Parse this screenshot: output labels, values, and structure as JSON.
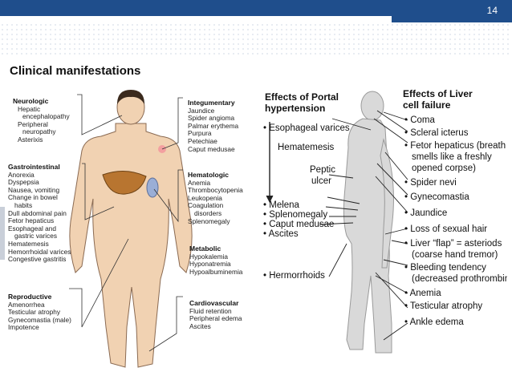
{
  "slide": {
    "number": "14",
    "title": "Clinical manifestations"
  },
  "left_figure": {
    "groups": [
      {
        "heading": "Neurologic",
        "items": [
          "Hepatic",
          "encephalopathy",
          "Peripheral",
          "neuropathy",
          "Asterixis"
        ]
      },
      {
        "heading": "Gastrointestinal",
        "items": [
          "Anorexia",
          "Dyspepsia",
          "Nausea, vomiting",
          "Change in bowel",
          "habits",
          "Dull abdominal pain",
          "Fetor hepaticus",
          "Esophageal and",
          "gastric varices",
          "Hematemesis",
          "Hemorrhoidal varices",
          "Congestive gastritis"
        ]
      },
      {
        "heading": "Reproductive",
        "items": [
          "Amenorrhea",
          "Testicular atrophy",
          "Gynecomastia (male)",
          "Impotence"
        ]
      },
      {
        "heading": "Integumentary",
        "items": [
          "Jaundice",
          "Spider angioma",
          "Palmar erythema",
          "Purpura",
          "Petechiae",
          "Caput medusae"
        ]
      },
      {
        "heading": "Hematologic",
        "items": [
          "Anemia",
          "Thrombocytopenia",
          "Leukopenia",
          "Coagulation",
          "disorders",
          "Splenomegaly"
        ]
      },
      {
        "heading": "Metabolic",
        "items": [
          "Hypokalemia",
          "Hyponatremia",
          "Hypoalbuminemia"
        ]
      },
      {
        "heading": "Cardiovascular",
        "items": [
          "Fluid retention",
          "Peripheral edema",
          "Ascites"
        ]
      }
    ]
  },
  "right_figure": {
    "heading_portal": "Effects of Portal hypertension",
    "heading_liver": "Effects of Liver cell failure",
    "portal_items": [
      "Esophageal varices",
      "Hematemesis",
      "Peptic",
      "ulcer",
      "Melena",
      "Splenomegaly",
      "Caput medusae",
      "Ascites",
      "Hermorrhoids"
    ],
    "liver_items": [
      "Coma",
      "Scleral icterus",
      "Fetor hepaticus (breath",
      "smells like a freshly",
      "opened corpse)",
      "Spider nevi",
      "Gynecomastia",
      "Jaundice",
      "Loss of sexual hair",
      "Liver “flap” = asteriods",
      "(coarse hand tremor)",
      "Bleeding tendency",
      "(decreased prothrombin)",
      "Anemia",
      "Testicular atrophy",
      "Ankle edema"
    ]
  },
  "colors": {
    "header": "#1f4e8c",
    "skin": "#f1d2b2",
    "liver": "#b87530",
    "spleen": "#9aaed6",
    "hair": "#3b2a1d",
    "body_grey": "#d9d9d9"
  }
}
